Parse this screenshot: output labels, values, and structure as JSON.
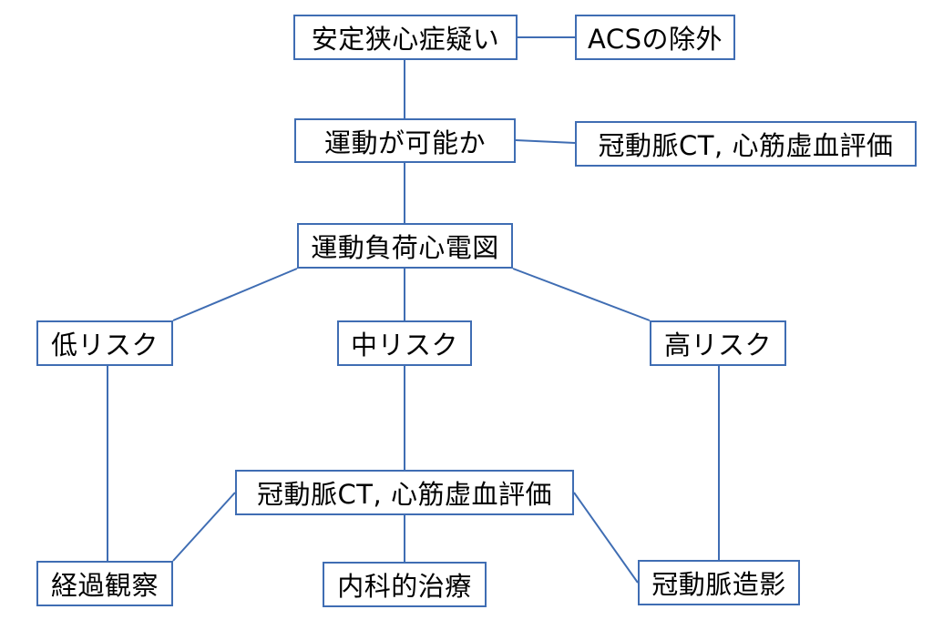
{
  "colors": {
    "line": "#3f6db3",
    "box_border": "#3f6db3",
    "text": "#000000",
    "background": "#ffffff"
  },
  "nodes": {
    "suspected_stable_angina": "安定狭心症疑い",
    "acs_exclusion": "ACSの除外",
    "exercise_possible": "運動が可能か",
    "ct_ischemia_top": "冠動脈CT, 心筋虚血評価",
    "exercise_ecg": "運動負荷心電図",
    "low_risk": "低リスク",
    "mid_risk": "中リスク",
    "high_risk": "高リスク",
    "ct_ischemia_mid": "冠動脈CT, 心筋虚血評価",
    "observation": "経過観察",
    "medical_therapy": "内科的治療",
    "coronary_angiography": "冠動脈造影"
  }
}
